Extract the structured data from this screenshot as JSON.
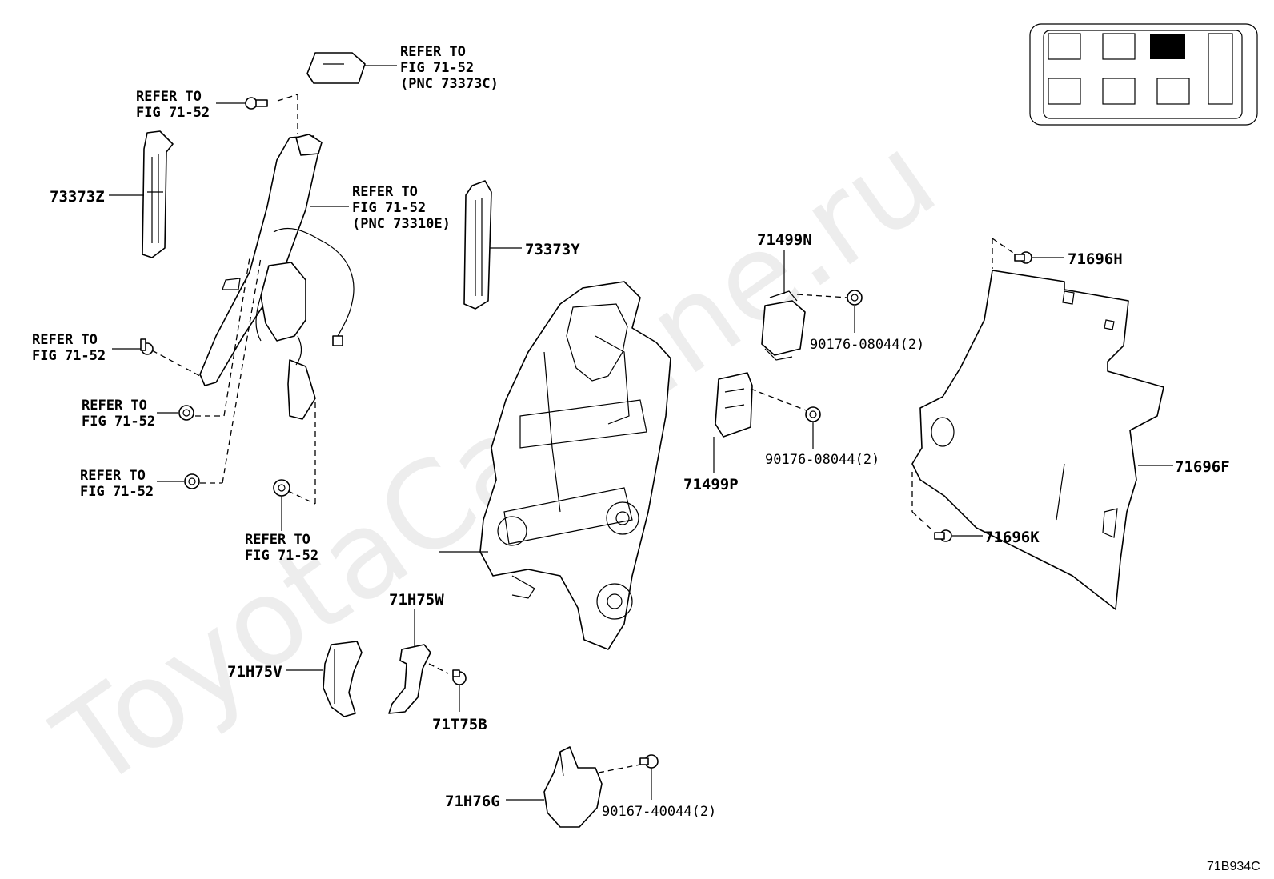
{
  "watermark": "ToyotaCarNine.ru",
  "figure_code": "71B934C",
  "refer": {
    "r1": [
      "REFER TO",
      "FIG 71-52",
      "(PNC 73373C)"
    ],
    "r2": [
      "REFER TO",
      "FIG 71-52"
    ],
    "r3": [
      "REFER TO",
      "FIG 71-52",
      "(PNC 73310E)"
    ],
    "r4": [
      "REFER TO",
      "FIG 71-52"
    ],
    "r5": [
      "REFER TO",
      "FIG 71-52"
    ],
    "r6": [
      "REFER TO",
      "FIG 71-52"
    ],
    "r7": [
      "REFER TO",
      "FIG 71-52"
    ]
  },
  "parts": {
    "p73373Z": "73373Z",
    "p73373Y": "73373Y",
    "p71499N": "71499N",
    "p90176a": "90176-08044(2)",
    "p71499P": "71499P",
    "p90176b": "90176-08044(2)",
    "p71696H": "71696H",
    "p71696F": "71696F",
    "p71696K": "71696K",
    "p71H75W": "71H75W",
    "p71H75V": "71H75V",
    "p71T75B": "71T75B",
    "p71H76G": "71H76G",
    "p90167": "90167-40044(2)"
  }
}
